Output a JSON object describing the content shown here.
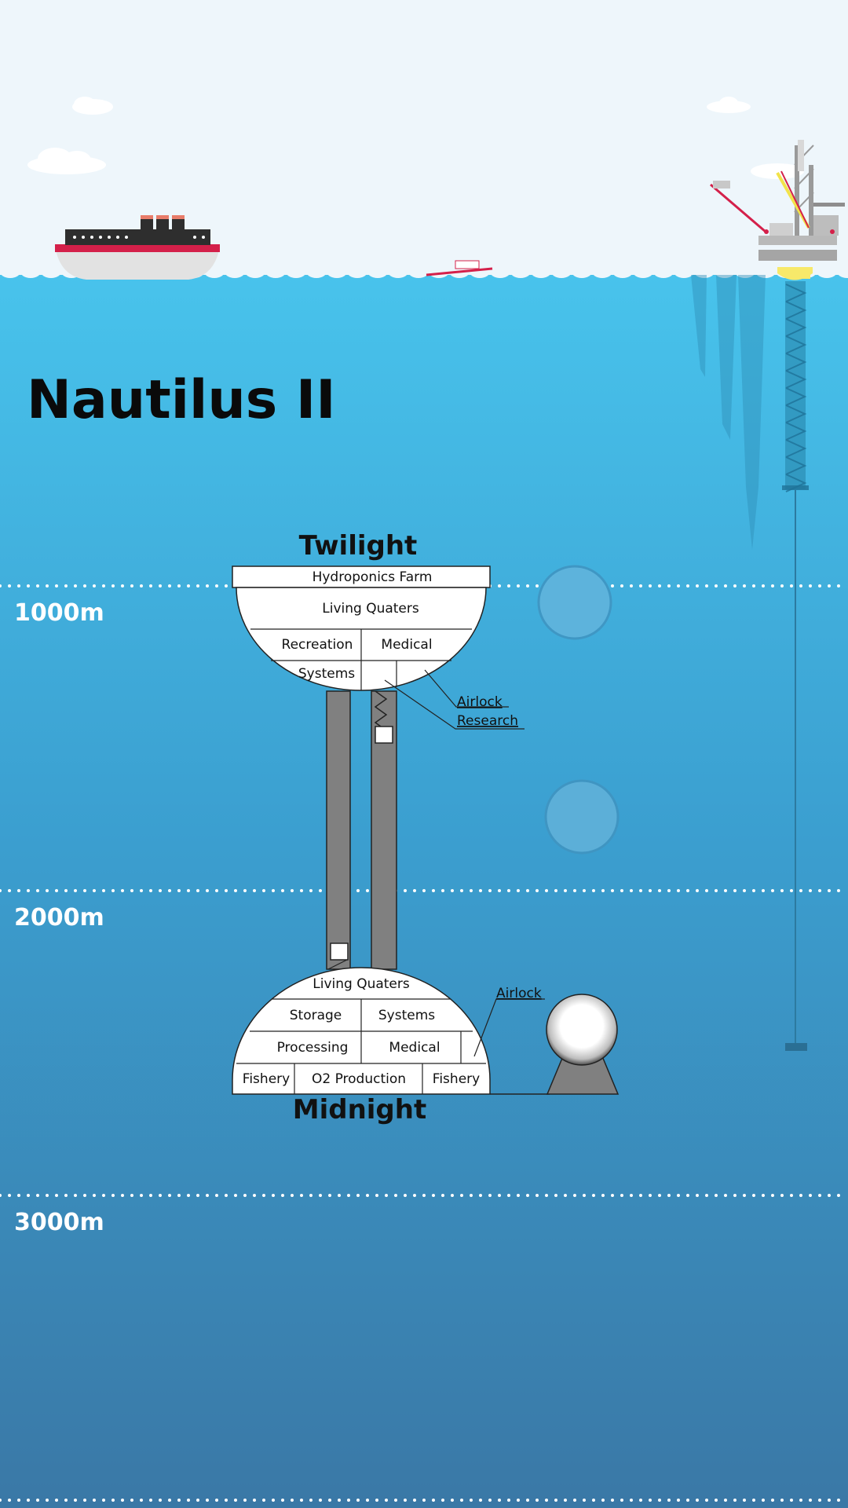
{
  "title": "Nautilus II",
  "depths": [
    "1000m",
    "2000m",
    "3000m"
  ],
  "stations": {
    "twilight": {
      "name": "Twilight",
      "rooms": {
        "hydroponics": "Hydroponics Farm",
        "living": "Living Quaters",
        "recreation": "Recreation",
        "medical": "Medical",
        "systems": "Systems"
      },
      "callouts": [
        "Airlock",
        "Research"
      ]
    },
    "midnight": {
      "name": "Midnight",
      "rooms": {
        "living": "Living Quaters",
        "storage": "Storage",
        "systems": "Systems",
        "processing": "Processing",
        "medical": "Medical",
        "fishery_left": "Fishery",
        "o2": "O2 Production",
        "fishery_right": "Fishery"
      },
      "callouts": [
        "Airlock"
      ]
    }
  },
  "colors": {
    "sky": "#eef6fb",
    "water_top": "#48c3ec",
    "water_mid": "#3b9fd0",
    "water_bottom": "#3a78a6",
    "shaft": "#808080",
    "hull": "#ffffff",
    "ship_red": "#d4204a"
  }
}
